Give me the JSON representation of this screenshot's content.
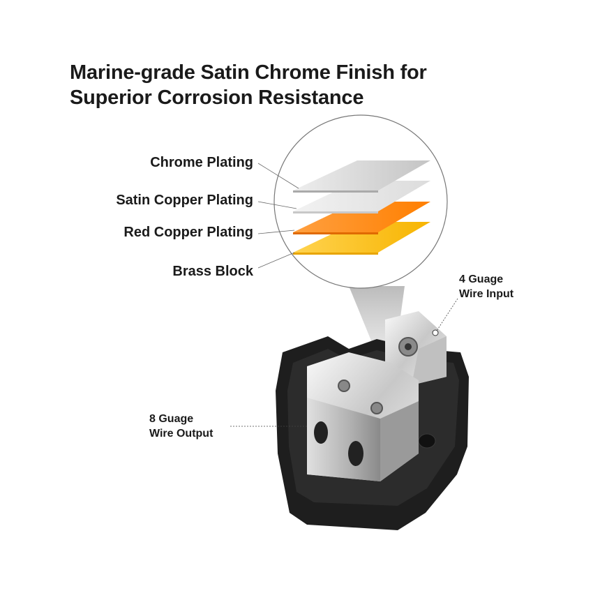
{
  "title": {
    "line1": "Marine-grade Satin Chrome Finish for",
    "line2": "Superior Corrosion Resistance"
  },
  "layers": [
    {
      "label": "Chrome Plating",
      "color": "#d4d4d4"
    },
    {
      "label": "Satin Copper Plating",
      "color": "#e6e6e6"
    },
    {
      "label": "Red Copper Plating",
      "color": "#ff8a10"
    },
    {
      "label": "Brass Block",
      "color": "#fbbf1e"
    }
  ],
  "callouts": {
    "input_line1": "4 Guage",
    "input_line2": "Wire Input",
    "output_line1": "8 Guage",
    "output_line2": "Wire Output"
  }
}
